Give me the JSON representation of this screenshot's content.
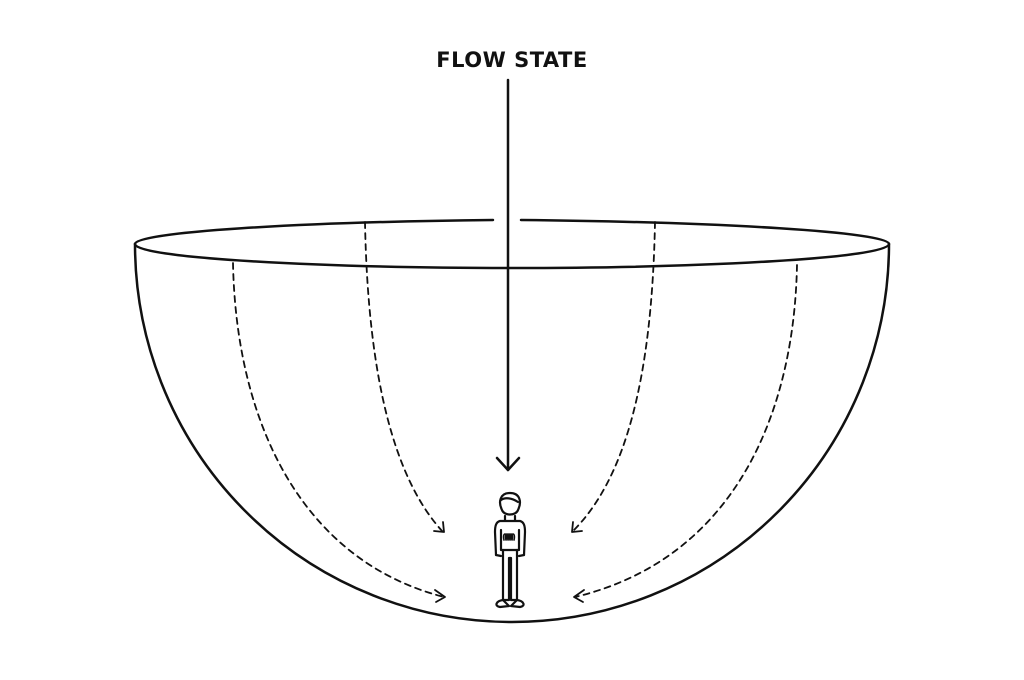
{
  "title": "FLOW STATE",
  "colors": {
    "stroke": "#111111",
    "background": "#ffffff"
  },
  "icons": [
    "down-arrow",
    "person-figure",
    "dashed-arrows"
  ]
}
